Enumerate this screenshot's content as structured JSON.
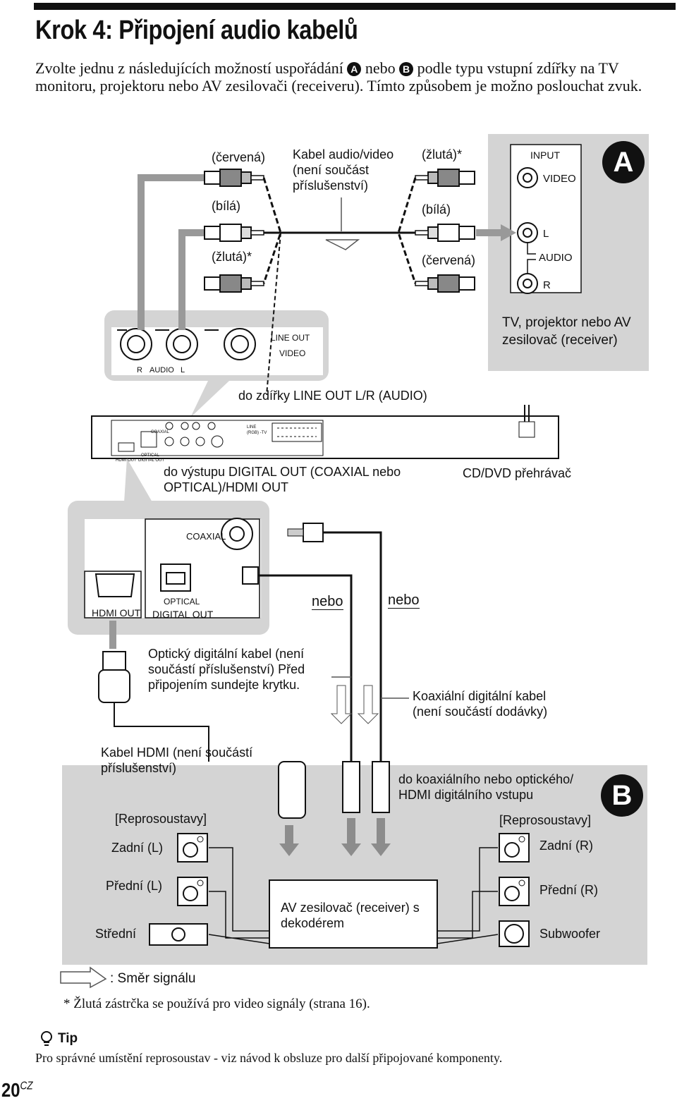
{
  "page": {
    "title": "Krok 4: Připojení audio kabelů",
    "intro_before_a": "Zvolte jednu z následujících možností uspořádání",
    "intro_a_icon": "A",
    "intro_mid": "nebo",
    "intro_b_icon": "B",
    "intro_after_b": "podle typu vstupní zdířky na TV monitoru, projektoru nebo AV zesilovači (receiveru). Tímto způsobem je možno poslouchat zvuk."
  },
  "diagram_a": {
    "letter": "A",
    "red_label": "(červená)",
    "white_label_left": "(bílá)",
    "yellow_label_left": "(žlutá)*",
    "cable_label": "Kabel audio/video (není součást příslušenství)",
    "yellow_label_right": "(žlutá)*",
    "white_label_right": "(bílá)",
    "red_label_right": "(červená)",
    "tv_input": "INPUT",
    "tv_video": "VIDEO",
    "tv_l": "L",
    "tv_audio": "AUDIO",
    "tv_r": "R",
    "tv_device": "TV, projektor nebo AV zesilovač (receiver)",
    "lineout_label": "LINE OUT",
    "lineout_video": "VIDEO",
    "lineout_audio": "AUDIO",
    "lineout_r": "R",
    "lineout_l": "L",
    "to_lineout": "do zdířky LINE OUT L/R (AUDIO)"
  },
  "player": {
    "to_digital": "do výstupu DIGITAL OUT (COAXIAL nebo OPTICAL)/HDMI OUT",
    "name": "CD/DVD přehrávač",
    "panel_coaxial": "COAXIAL",
    "panel_optical": "OPTICAL",
    "panel_hdmi": "HDMI OUT",
    "panel_digital": "DIGITAL OUT",
    "panel_line": "LINE (RGB) -TV"
  },
  "diagram_b": {
    "letter": "B",
    "coaxial": "COAXIAL",
    "optical": "OPTICAL",
    "digital_out": "DIGITAL OUT",
    "hdmi_out": "HDMI OUT",
    "nebo1": "nebo",
    "nebo2": "nebo",
    "optical_cable": "Optický digitální kabel (není součástí příslušenství) Před připojením sundejte krytku.",
    "coax_cable": "Koaxiální digitální kabel (není součástí dodávky)",
    "hdmi_cable": "Kabel HDMI (není součástí příslušenství)",
    "to_input": "do koaxiálního nebo optického/ HDMI digitálního vstupu",
    "speakers_left": "[Reprosoustavy]",
    "speakers_right": "[Reprosoustavy]",
    "rear_l": "Zadní (L)",
    "front_l": "Přední (L)",
    "center": "Střední",
    "rear_r": "Zadní (R)",
    "front_r": "Přední (R)",
    "subwoofer": "Subwoofer",
    "receiver": "AV zesilovač (receiver) s dekodérem"
  },
  "legend": {
    "signal": ": Směr signálu"
  },
  "footnote": "* Žlutá zástrčka se používá pro video signály (strana 16).",
  "tip": {
    "heading": "Tip",
    "text": "Pro správné umístění reprosoustav - viz návod k obsluze pro další připojované komponenty."
  },
  "page_number": {
    "number": "20",
    "suffix": "CZ"
  },
  "colors": {
    "panel_gray": "#d4d4d4",
    "arrow_gray": "#8c8c8c",
    "ink": "#111111"
  }
}
